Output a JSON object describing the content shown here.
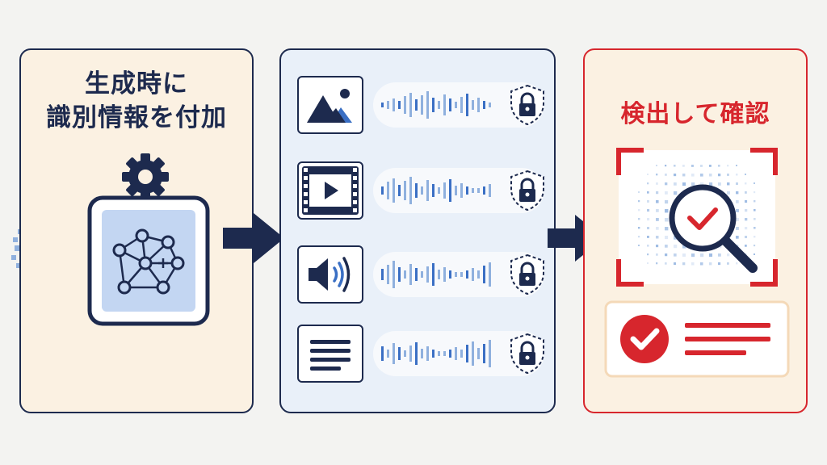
{
  "embed_panel": {
    "title_line1": "生成時に",
    "title_line2": "識別情報を付加",
    "icons": [
      "data-particles",
      "arrow-right-icon",
      "gear-icon",
      "ai-network-icon"
    ]
  },
  "media_panel": {
    "rows": [
      {
        "type": "image",
        "icon": "image-icon",
        "lock": "lock-shield-icon"
      },
      {
        "type": "video",
        "icon": "video-icon",
        "lock": "lock-shield-icon"
      },
      {
        "type": "audio",
        "icon": "speaker-icon",
        "lock": "lock-shield-icon"
      },
      {
        "type": "text",
        "icon": "text-lines-icon",
        "lock": "lock-shield-icon"
      }
    ]
  },
  "detect_panel": {
    "title": "検出して確認",
    "icons": [
      "magnifier-check-icon",
      "check-circle-icon"
    ]
  },
  "colors": {
    "navy": "#1d2a4e",
    "red": "#d7262d",
    "blue": "#3a6fc4",
    "cream": "#fbf1e2",
    "light_blue": "#e9f0f9"
  }
}
